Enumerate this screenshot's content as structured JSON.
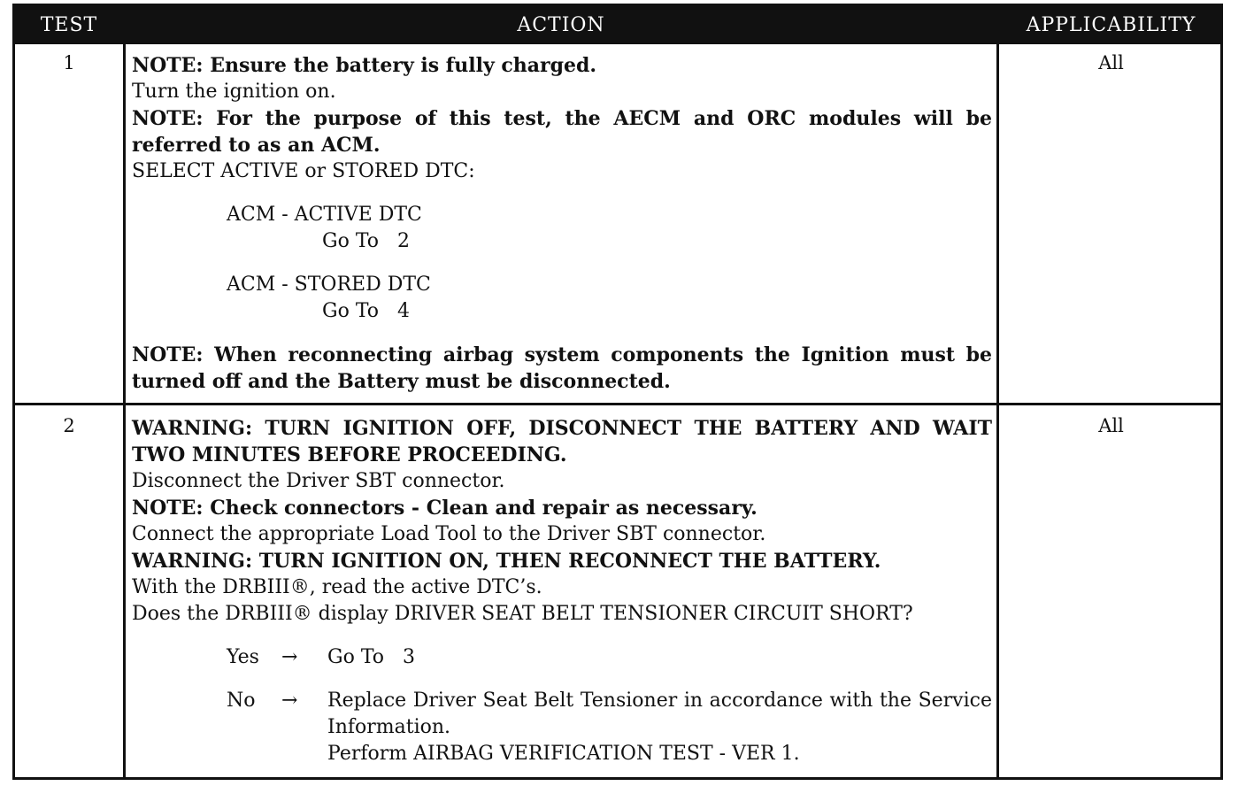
{
  "headers": {
    "test": "TEST",
    "action": "ACTION",
    "applicability": "APPLICABILITY"
  },
  "rows": [
    {
      "test": "1",
      "applicability": "All",
      "lines": [
        "NOTE: Ensure the battery is fully charged.",
        "Turn the ignition on.",
        "NOTE: For the purpose of this test, the AECM and ORC modules will be referred to as an ACM.",
        "SELECT ACTIVE or STORED DTC:",
        "ACM - ACTIVE DTC",
        "Go To   2",
        "ACM - STORED DTC",
        "Go To   4",
        "NOTE: When reconnecting airbag system components the Ignition must be turned off and the Battery must be disconnected."
      ]
    },
    {
      "test": "2",
      "applicability": "All",
      "lines": [
        "WARNING: TURN IGNITION OFF, DISCONNECT THE BATTERY AND WAIT TWO MINUTES BEFORE PROCEEDING.",
        "Disconnect the Driver SBT connector.",
        "NOTE: Check connectors - Clean and repair as necessary.",
        "Connect the appropriate Load Tool to the Driver SBT connector.",
        "WARNING: TURN IGNITION ON, THEN RECONNECT THE BATTERY.",
        "With the DRBIII®, read the active DTC’s.",
        "Does the DRBIII® display DRIVER SEAT BELT TENSIONER CIRCUIT SHORT?"
      ],
      "yes": {
        "label": "Yes",
        "arrow": "→",
        "text": "Go To   3"
      },
      "no": {
        "label": "No",
        "arrow": "→",
        "text": "Replace Driver Seat Belt Tensioner in accordance with the Service Information.",
        "text2": "Perform AIRBAG VERIFICATION TEST - VER 1."
      }
    }
  ]
}
